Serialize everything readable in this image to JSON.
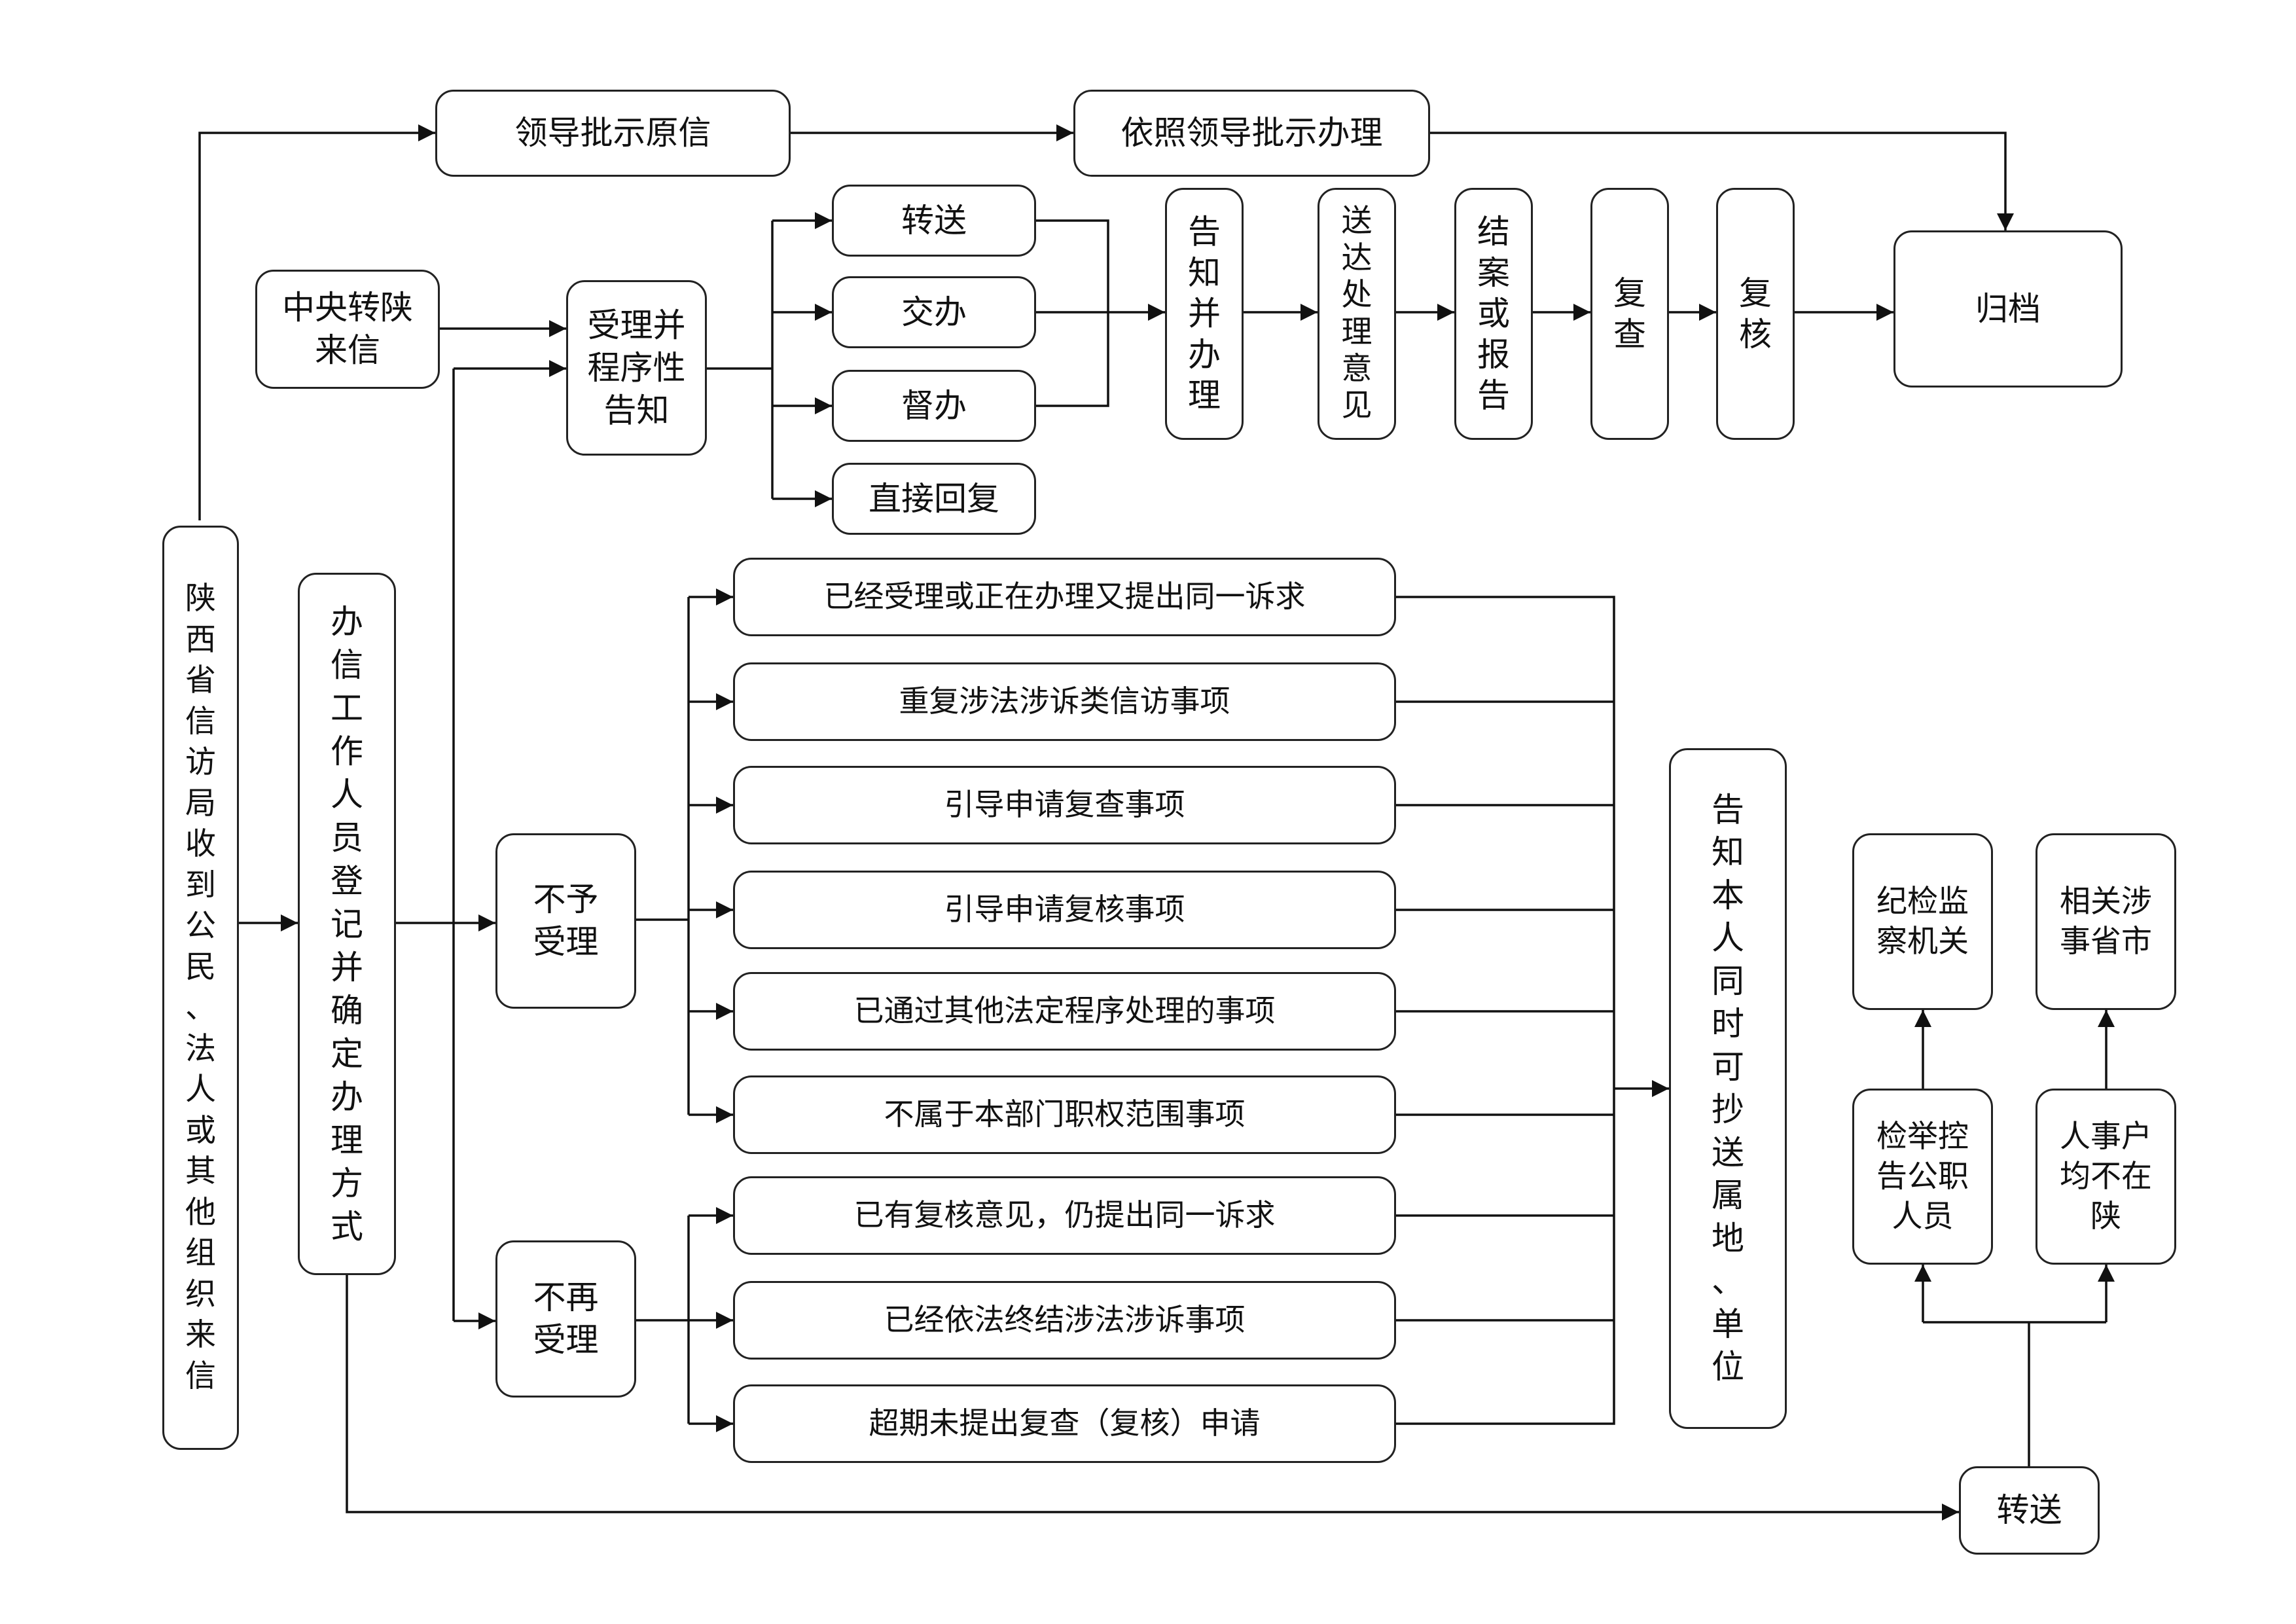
{
  "nodes": {
    "lead_instruct": "领导批示原信",
    "follow_instruct": "依照领导批示办理",
    "archive": "归档",
    "central": "中央转陕\n来信",
    "accept": "受理并\n程序性\n告知",
    "transfer": "转送",
    "assign": "交办",
    "supervise": "督办",
    "reply": "直接回复",
    "notify_handle": "告\n知\n并\n办\n理",
    "deliver_opinion": "送\n达\n处\n理\n意\n见",
    "close_report": "结\n案\n或\n报\n告",
    "review1": "复\n查",
    "review2": "复\n核",
    "receive": "陕\n西\n省\n信\n访\n局\n收\n到\n公\n民\n、\n法\n人\n或\n其\n他\n组\n织\n来\n信",
    "staff": "办\n信\n工\n作\n人\n员\n登\n记\n并\n确\n定\n办\n理\n方\n式",
    "not_accept": "不予\n受理",
    "no_longer_accept": "不再\n受理",
    "r1": "已经受理或正在办理又提出同一诉求",
    "r2": "重复涉法涉诉类信访事项",
    "r3": "引导申请复查事项",
    "r4": "引导申请复核事项",
    "r5": "已通过其他法定程序处理的事项",
    "r6": "不属于本部门职权范围事项",
    "r7": "已有复核意见，仍提出同一诉求",
    "r8": "已经依法终结涉法涉诉事项",
    "r9": "超期未提出复查（复核）申请",
    "notify_person": "告\n知\n本\n人\n同\n时\n可\n抄\n送\n属\n地\n、\n单\n位",
    "discipline": "纪检监\n察机关",
    "related_city": "相关涉\n事省市",
    "report_official": "检举控\n告公职\n人员",
    "not_in_shaanxi": "人事户\n均不在\n陕",
    "transfer_bottom": "转送"
  }
}
